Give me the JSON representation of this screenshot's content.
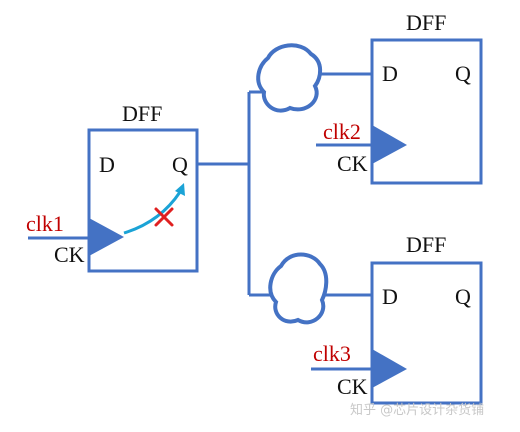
{
  "diagram": {
    "flops": [
      {
        "title": "DFF",
        "d": "D",
        "q": "Q",
        "ck": "CK",
        "clock": "clk1"
      },
      {
        "title": "DFF",
        "d": "D",
        "q": "Q",
        "ck": "CK",
        "clock": "clk2"
      },
      {
        "title": "DFF",
        "d": "D",
        "q": "Q",
        "ck": "CK",
        "clock": "clk3"
      }
    ],
    "watermark": "知乎 @芯片设计杂货铺",
    "colors": {
      "box": "#4472c4",
      "triangle": "#4472c4",
      "wire": "#4472c4",
      "clock_text": "#c00000",
      "cross": "#e02020",
      "arrow": "#1ba3d6"
    },
    "icons": {
      "cloud": "combinational-logic-cloud-icon",
      "cross": "blocked-path-x-icon",
      "arrow": "timing-path-arrow-icon"
    }
  }
}
